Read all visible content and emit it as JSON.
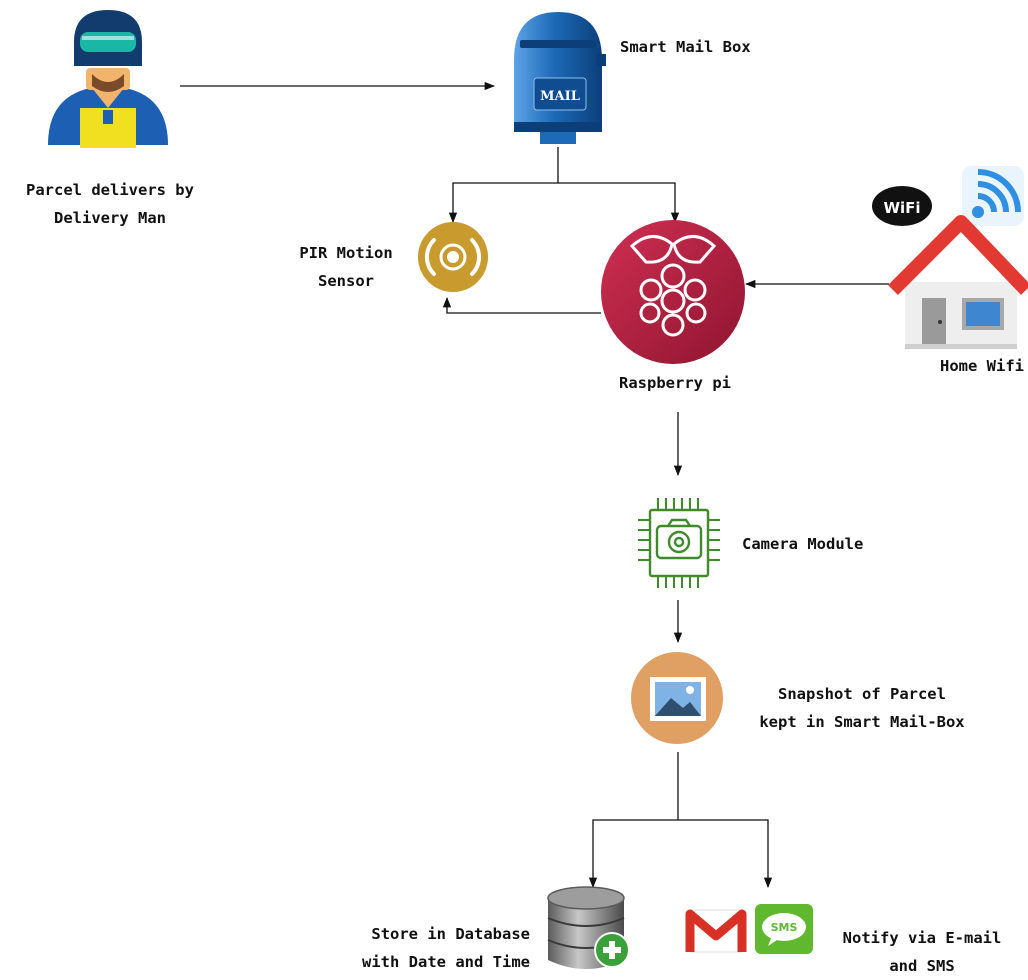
{
  "nodes": {
    "delivery_man": {
      "line1": "Parcel delivers by",
      "line2": "Delivery Man"
    },
    "mailbox": {
      "label": "Smart Mail Box",
      "sign": "MAIL"
    },
    "pir_sensor": {
      "line1": "PIR Motion",
      "line2": "Sensor"
    },
    "raspberry_pi": {
      "label": "Raspberry pi"
    },
    "home_wifi": {
      "label": "Home Wifi",
      "badge": "WiFi"
    },
    "camera": {
      "label": "Camera Module"
    },
    "snapshot": {
      "line1": "Snapshot of Parcel",
      "line2": "kept in Smart Mail-Box"
    },
    "database": {
      "line1": "Store in Database",
      "line2": "with Date and Time"
    },
    "notify": {
      "line1": "Notify via E-mail",
      "line2": "and SMS",
      "sms_badge": "SMS"
    }
  },
  "colors": {
    "mailbox_blue": "#1d6ab8",
    "raspberry_red": "#b51f3f",
    "pir_gold": "#c99a2e",
    "camera_green": "#3f8a2a",
    "snapshot_orange": "#e0a064",
    "roof_red": "#e23a33",
    "wifi_blue": "#2f8fe0",
    "gmail_red": "#d93025",
    "sms_green": "#5fb82e",
    "arrow": "#111111"
  }
}
